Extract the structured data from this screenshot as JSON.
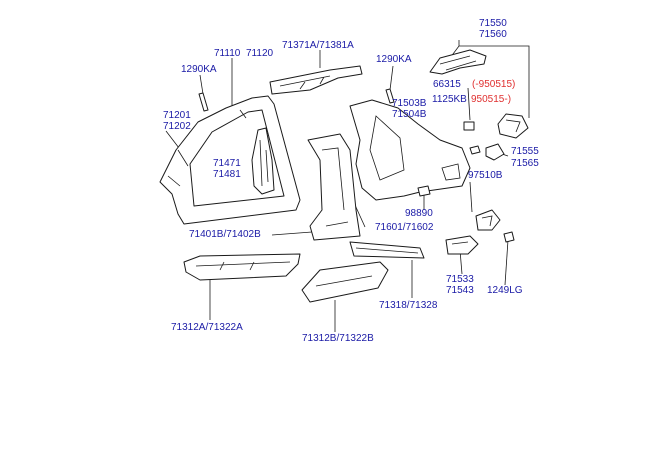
{
  "diagram": {
    "labels": {
      "p71550": "71550",
      "p71560": "71560",
      "p71371a_71381a": "71371A/71381A",
      "p71110_71120": "71110",
      "p71120": "71120",
      "p1290ka_left": "1290KA",
      "p1290ka_right": "1290KA",
      "p66315": "66315",
      "p66315_note": "(-950515)",
      "p1125kb": "1125KB",
      "p1125kb_note": "950515-)",
      "p71503b": "71503B",
      "p71504b": "71504B",
      "p71201": "71201",
      "p71202": "71202",
      "p71471": "71471",
      "p71481": "71481",
      "p71555": "71555",
      "p71565": "71565",
      "p97510b": "97510B",
      "p98890": "98890",
      "p71601_71602": "71601/71602",
      "p71401b_71402b": "71401B/71402B",
      "p71533": "71533",
      "p71543": "71543",
      "p1249lg": "1249LG",
      "p71318_71328": "71318/71328",
      "p71312a_71322a": "71312A/71322A",
      "p71312b_71322b": "71312B/71322B"
    }
  }
}
